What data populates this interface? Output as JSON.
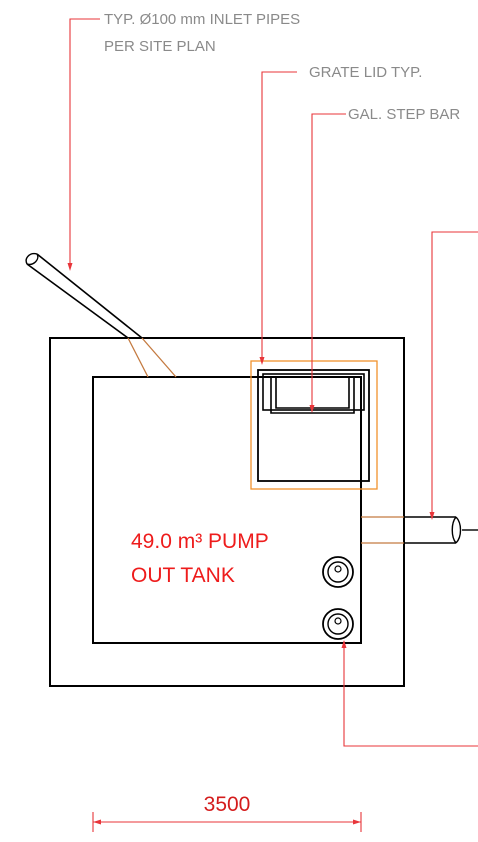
{
  "labels": {
    "inlet_line1": "TYP. Ø100 mm INLET PIPES",
    "inlet_line2": "PER SITE PLAN",
    "grate_lid": "GRATE LID TYP.",
    "step_bar": "GAL. STEP BAR"
  },
  "tank": {
    "line1": "49.0 m³ PUMP",
    "line2": "OUT TANK"
  },
  "dimension": "3500",
  "colors": {
    "leader": "#e8353a",
    "label_text": "#8a8a8a",
    "tank_text": "#ee1c1c",
    "outline": "#000000",
    "pipe_edge": "#c47a40",
    "grate_box": "#f0922c"
  }
}
